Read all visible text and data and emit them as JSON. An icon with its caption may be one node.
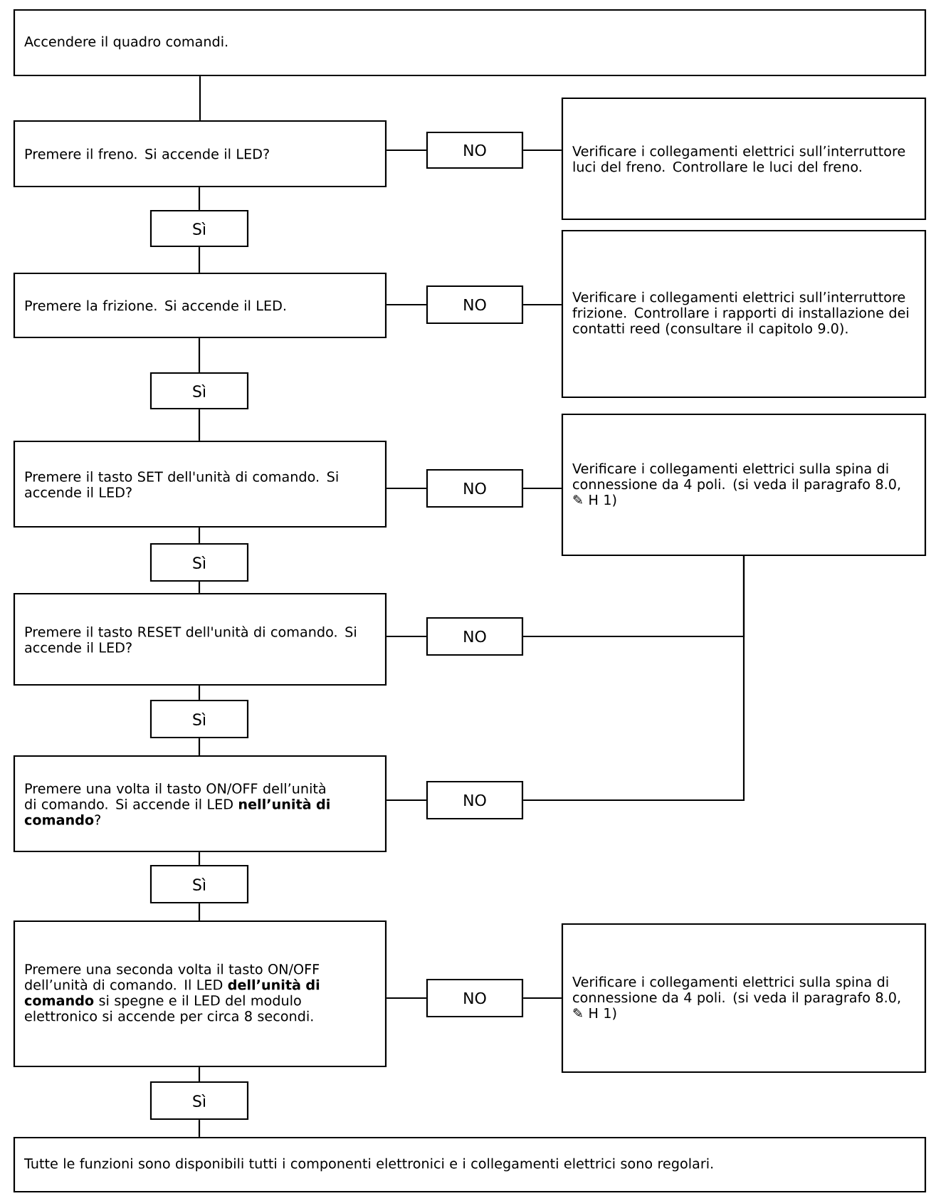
{
  "diagram": {
    "nodes": [
      {
        "text": [
          "Accendere il quadro comandi."
        ]
      },
      {
        "text": [
          "Premere il freno. Si accende il LED?"
        ]
      },
      {
        "text": [
          "NO"
        ]
      },
      {
        "text": [
          "Verificare i collegamenti elettrici sull’interruttore luci del freno. Controllare le luci del freno."
        ]
      },
      {
        "text": [
          "Sì"
        ]
      },
      {
        "text": [
          "Premere la frizione. Si accende il LED."
        ]
      },
      {
        "text": [
          "NO"
        ]
      },
      {
        "text": [
          "Verificare i collegamenti elettrici sull’interruttore frizione. Controllare i rapporti di installazione dei contatti reed (consultare il capitolo 9.0)."
        ]
      },
      {
        "text": [
          "Sì"
        ]
      },
      {
        "text": [
          "Premere il tasto SET dell'unità di comando. Si accende il LED?"
        ]
      },
      {
        "text": [
          "NO"
        ]
      },
      {
        "text": [
          "Verificare i collegamenti elettrici sulla spina di connessione da 4 poli. (si veda il paragrafo 8.0, ✎ H 1)"
        ]
      },
      {
        "text": [
          "Sì"
        ]
      },
      {
        "text": [
          "Premere il tasto RESET dell'unità di comando. Si accende il LED?"
        ]
      },
      {
        "text": [
          "NO"
        ]
      },
      {
        "text": [
          "Sì"
        ]
      },
      {
        "text": [
          "Premere una volta il tasto ON/OFF dell’unità di comando. Si accende il LED **nell’unità di comando**?"
        ]
      },
      {
        "text": [
          "NO"
        ]
      },
      {
        "text": [
          "Sì"
        ]
      },
      {
        "text": [
          "Premere una seconda volta il tasto ON/OFF dell’unità di comando. Il LED **dell’unità di comando** si spegne e il LED del modulo elettronico si accende per circa 8 secondi."
        ]
      },
      {
        "text": [
          "NO"
        ]
      },
      {
        "text": [
          "Verificare i collegamenti elettrici sulla spina di connessione da 4 poli. (si veda il paragrafo 8.0, ✎ H 1)"
        ]
      },
      {
        "text": [
          "Sì"
        ]
      },
      {
        "text": [
          "Tutte le funzioni sono disponibili tutti i componenti elettronici e i collegamenti elettrici sono regolari."
        ]
      }
    ],
    "edges": [
      {
        "from": 0,
        "to": 1,
        "arrow": "none"
      },
      {
        "from": 1,
        "to": 2,
        "arrow": "none"
      },
      {
        "from": 2,
        "to": 3,
        "arrow": "none"
      },
      {
        "from": 1,
        "to": 4,
        "arrow": "none"
      },
      {
        "from": 4,
        "to": 5,
        "arrow": "none"
      },
      {
        "from": 5,
        "to": 6,
        "arrow": "none"
      },
      {
        "from": 6,
        "to": 7,
        "arrow": "none"
      },
      {
        "from": 5,
        "to": 8,
        "arrow": "none"
      },
      {
        "from": 8,
        "to": 9,
        "arrow": "none"
      },
      {
        "from": 9,
        "to": 10,
        "arrow": "none"
      },
      {
        "from": 10,
        "to": 11,
        "arrow": "none"
      },
      {
        "from": 9,
        "to": 12,
        "arrow": "none"
      },
      {
        "from": 12,
        "to": 13,
        "arrow": "none"
      },
      {
        "from": 13,
        "to": 14,
        "arrow": "none"
      },
      {
        "from": 14,
        "to": 11,
        "arrow": "none"
      },
      {
        "from": 13,
        "to": 15,
        "arrow": "none"
      },
      {
        "from": 15,
        "to": 16,
        "arrow": "none"
      },
      {
        "from": 16,
        "to": 17,
        "arrow": "none"
      },
      {
        "from": 17,
        "to": 11,
        "arrow": "none"
      },
      {
        "from": 16,
        "to": 18,
        "arrow": "none"
      },
      {
        "from": 18,
        "to": 19,
        "arrow": "none"
      },
      {
        "from": 19,
        "to": 20,
        "arrow": "none"
      },
      {
        "from": 20,
        "to": 21,
        "arrow": "none"
      },
      {
        "from": 19,
        "to": 22,
        "arrow": "none"
      },
      {
        "from": 22,
        "to": 23,
        "arrow": "none"
      }
    ]
  }
}
